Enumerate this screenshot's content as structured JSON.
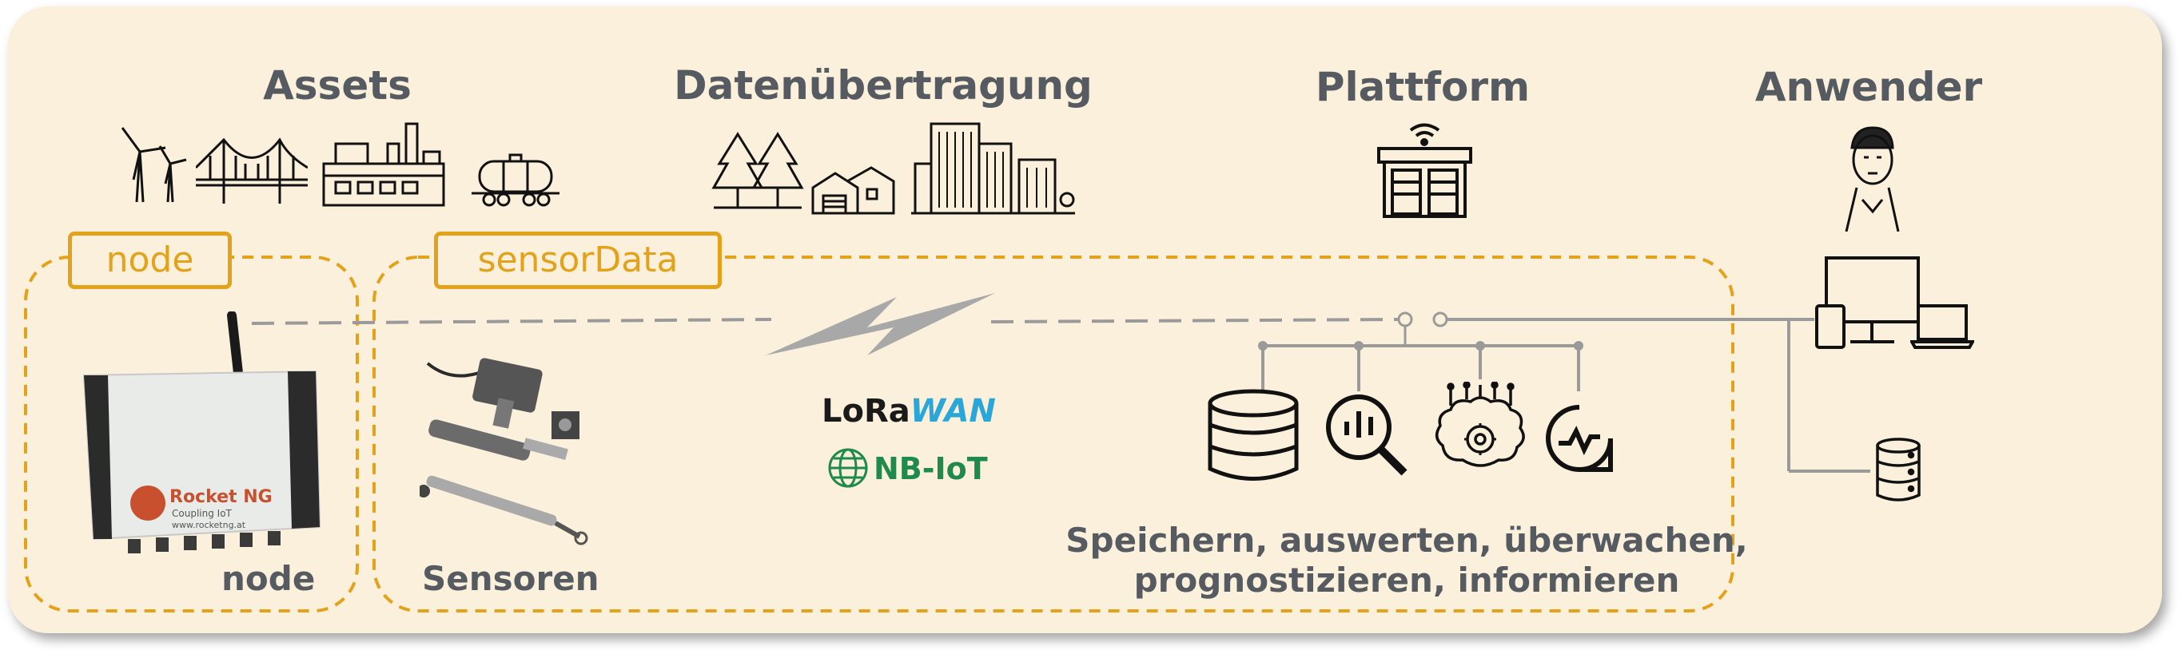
{
  "headings": {
    "assets": "Assets",
    "transfer": "Datenübertragung",
    "platform": "Plattform",
    "user": "Anwender"
  },
  "tags": {
    "node": "node",
    "sensor_data": "sensorData"
  },
  "labels": {
    "node": "node",
    "sensors": "Sensoren",
    "platform_line1": "Speichern, auswerten, überwachen,",
    "platform_line2": "prognostizieren, informieren"
  },
  "protocols": {
    "lora_part1": "LoRa",
    "lora_part2": "WAN",
    "nbiot": "NB-IoT"
  },
  "device": {
    "brand": "Rocket NG",
    "tagline": "Coupling IoT",
    "website": "www.rocketng.at"
  },
  "colors": {
    "background": "#fbf0db",
    "accent": "#e3a21a",
    "text": "#555b60",
    "lines": "#9a9a9a",
    "lora_blue": "#2aa6d8",
    "nbiot_green": "#1f8a4c"
  },
  "icons": [
    "wind-turbine-icon",
    "bridge-icon",
    "factory-icon",
    "tank-wagon-icon",
    "forest-icon",
    "houses-icon",
    "city-icon",
    "datacenter-icon",
    "user-icon",
    "monitor-icon",
    "tablet-icon",
    "laptop-icon",
    "database-icon",
    "analysis-icon",
    "ai-brain-icon",
    "monitoring-icon",
    "small-database-icon",
    "lightning-icon"
  ]
}
